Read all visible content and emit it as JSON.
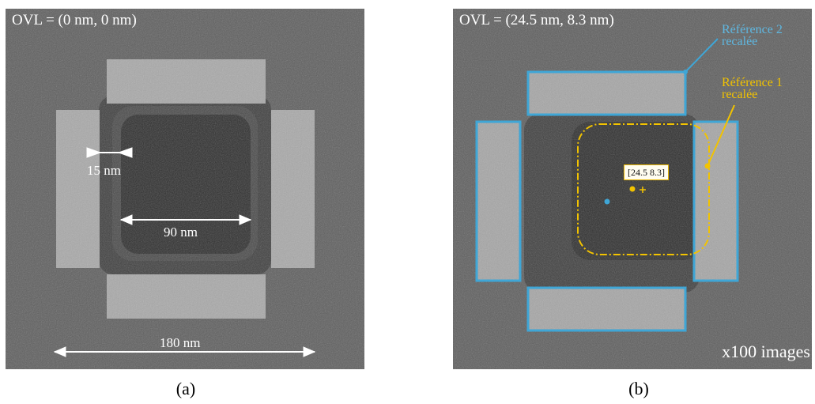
{
  "panel_a": {
    "ovl_text": "OVL = (0 nm, 0 nm)",
    "dim_width_label": "15 nm",
    "dim_inner_label": "90 nm",
    "dim_outer_label": "180 nm",
    "caption": "(a)"
  },
  "panel_b": {
    "ovl_text": "OVL = (24.5 nm, 8.3 nm)",
    "ref2_line1": "Référence 2",
    "ref2_line2": "recalée",
    "ref1_line1": "Référence 1",
    "ref1_line2": "recalée",
    "coord_label": "[24.5  8.3]",
    "count_label": "x100 images",
    "caption": "(b)"
  },
  "colors": {
    "ref2_blue": "#3fa6d6",
    "ref1_yellow": "#f2c300"
  }
}
